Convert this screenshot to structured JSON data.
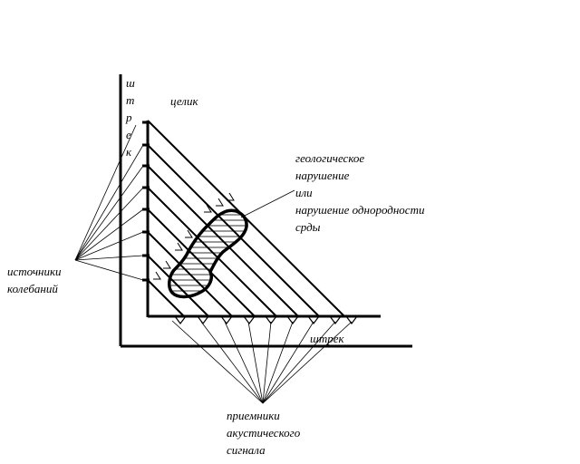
{
  "labels": {
    "shtrek_vertical": [
      "ш",
      "т",
      "р",
      "е",
      "к"
    ],
    "tselik": "целик",
    "geo_line1": "геологическое",
    "geo_line2": "нарушение",
    "geo_line3": "или",
    "geo_line4": "нарушение однородности",
    "geo_line5": "срды",
    "sources_line1": "источники",
    "sources_line2": "колебаний",
    "shtrek_horizontal": "штрек",
    "receivers_line1": "приемники",
    "receivers_line2": "акустического",
    "receivers_line3": "сигнала"
  },
  "colors": {
    "ink": "#000000",
    "background": "#ffffff"
  }
}
